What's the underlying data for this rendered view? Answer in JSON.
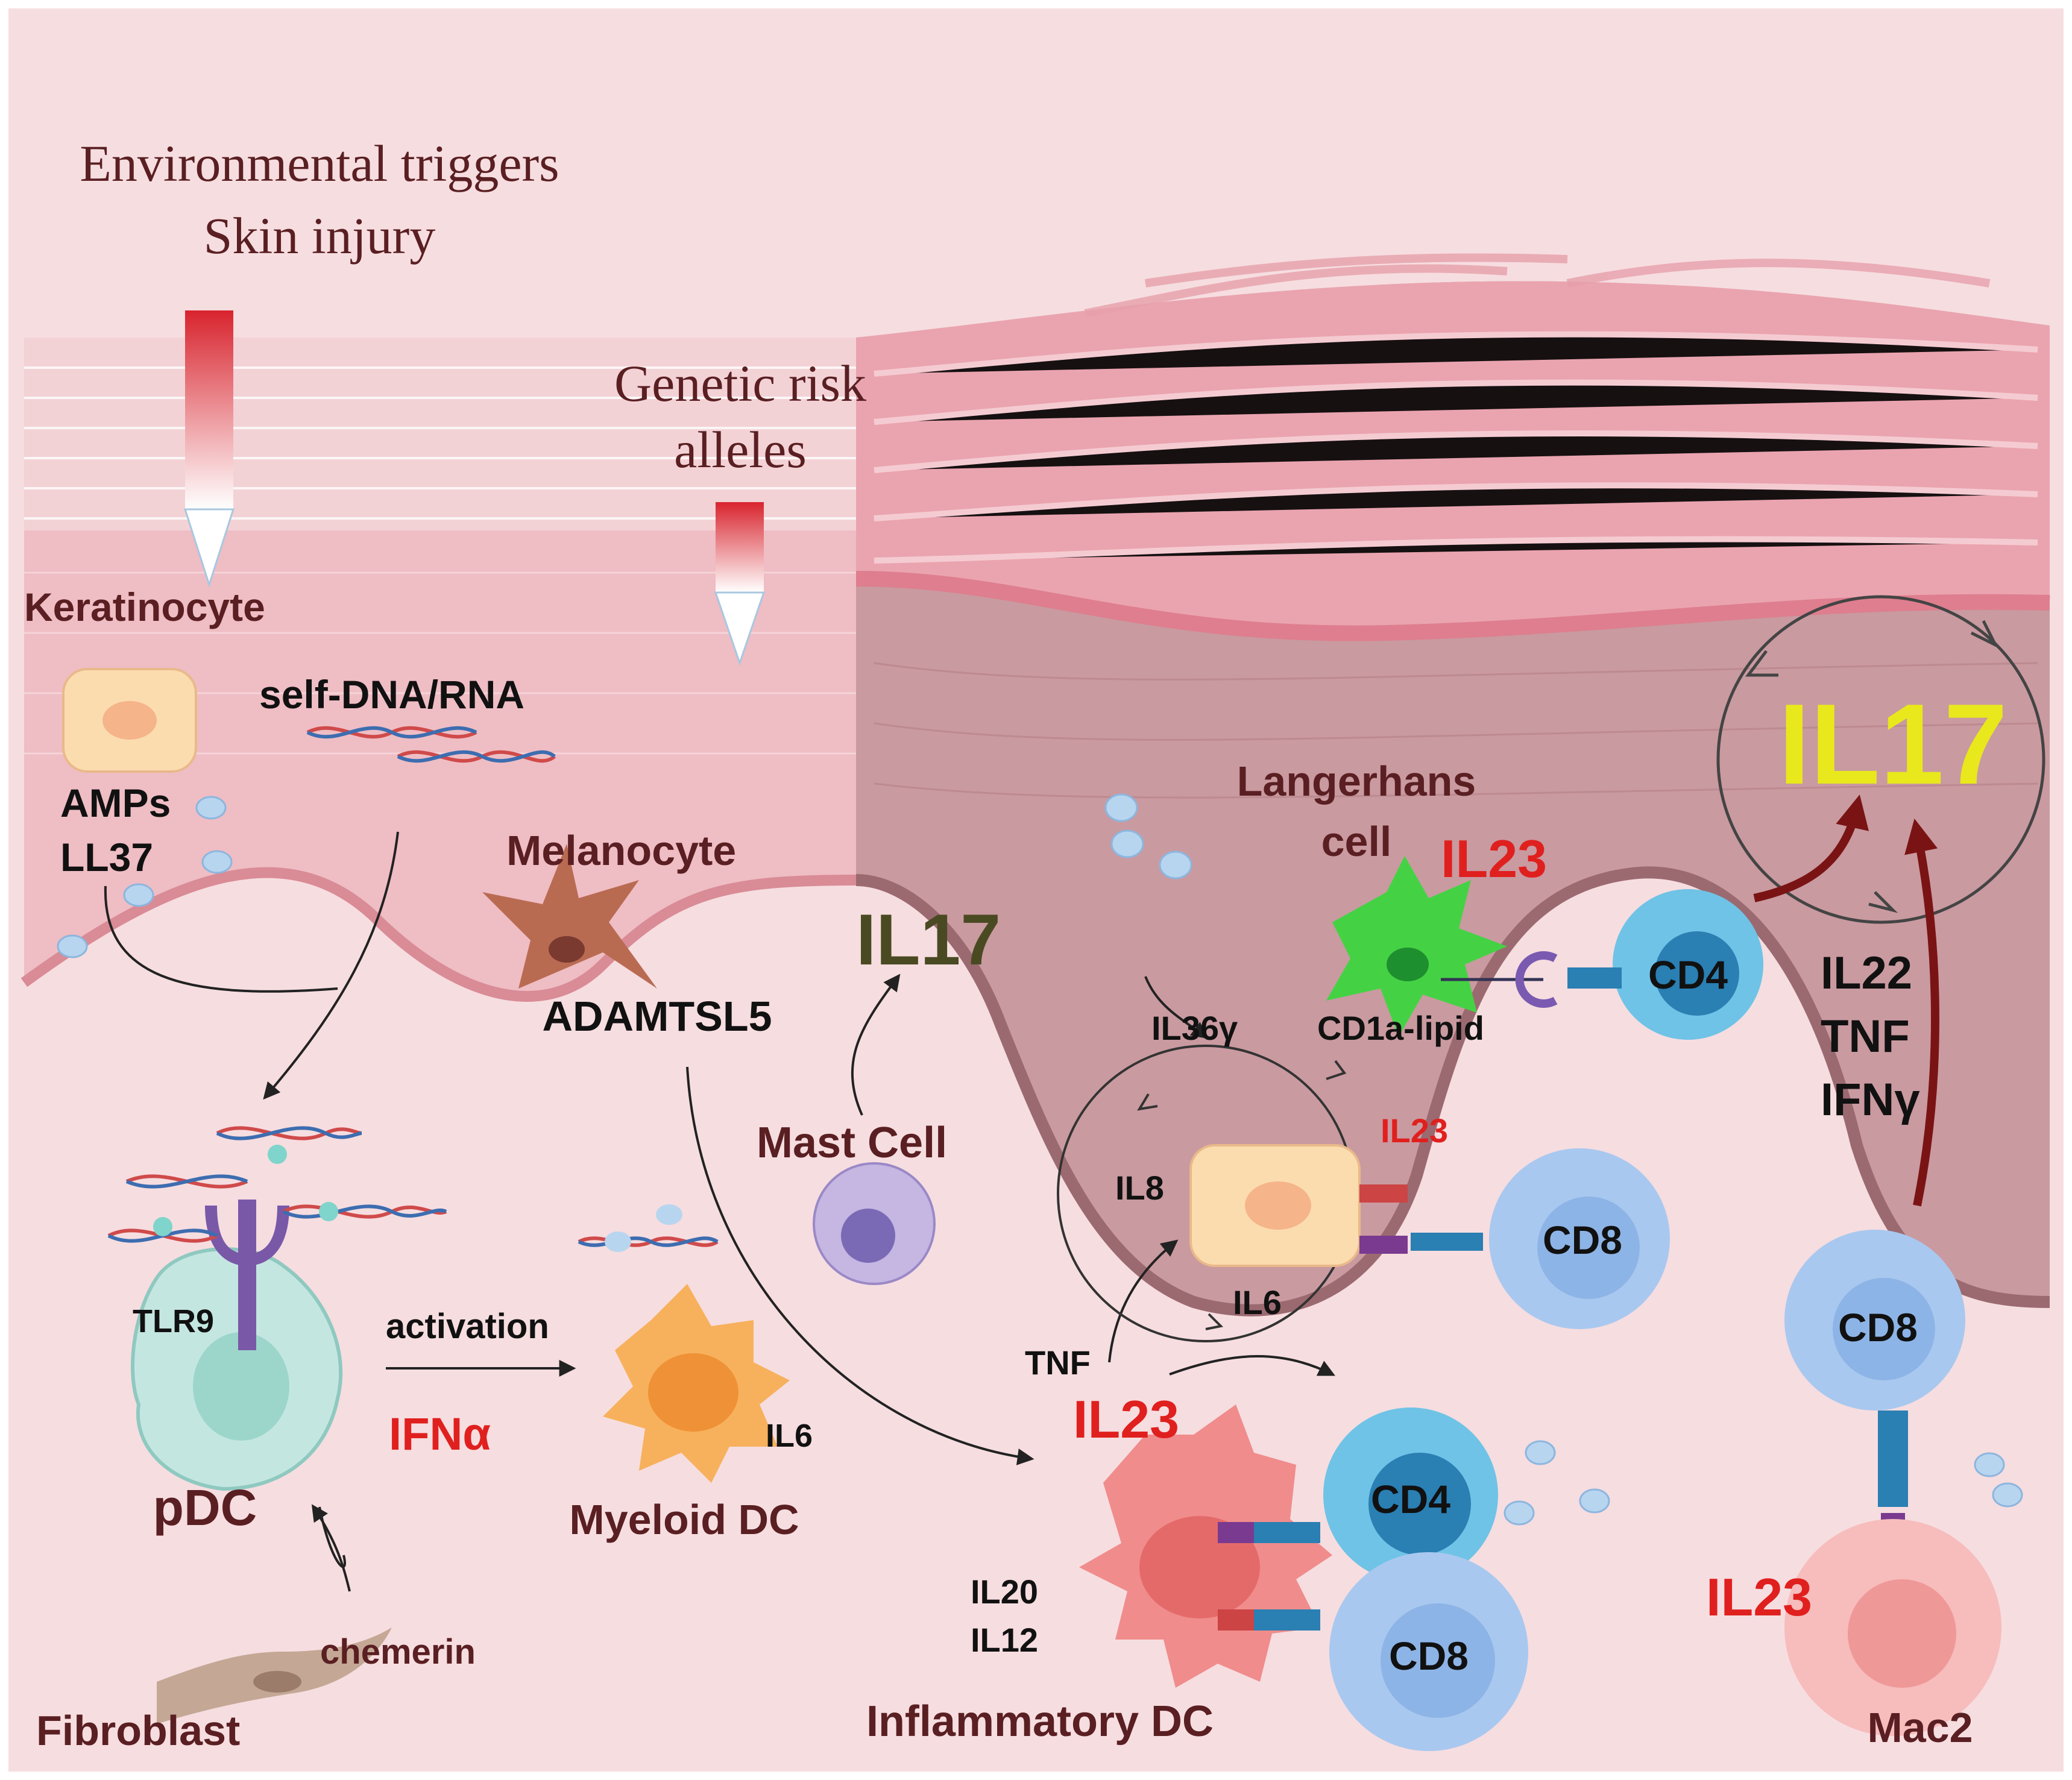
{
  "labels": {
    "env_line1": "Environmental triggers",
    "env_line2": "Skin injury",
    "genetic_line1": "Genetic risk",
    "genetic_line2": "alleles",
    "keratinocyte": "Keratinocyte",
    "self_dna": "self-DNA/RNA",
    "amps": "AMPs",
    "ll37": "LL37",
    "melanocyte": "Melanocyte",
    "adamtsl5": "ADAMTSL5",
    "il17_mid": "IL17",
    "mast_cell": "Mast Cell",
    "langerhans1": "Langerhans",
    "langerhans2": "cell",
    "il23_lang": "IL23",
    "cd4_upper": "CD4",
    "il36": "IL36γ",
    "cd1a": "CD1a-lipid",
    "il23_small": "IL23",
    "il8": "IL8",
    "il6_loop": "IL6",
    "cd8_mid": "CD8",
    "il17_big": "IL17",
    "il22": "IL22",
    "tnf_right": "TNF",
    "ifng": "IFNγ",
    "cd8_right": "CD8",
    "il23_mac": "IL23",
    "mac2": "Mac2",
    "tlr9": "TLR9",
    "activation": "activation",
    "ifna": "IFNα",
    "pdc": "pDC",
    "il6_myeloid": "IL6",
    "myeloid_dc": "Myeloid DC",
    "tnf": "TNF",
    "il23_infl": "IL23",
    "cd4_lower": "CD4",
    "il20": "IL20",
    "il12": "IL12",
    "cd8_lower": "CD8",
    "inflammatory_dc": "Inflammatory DC",
    "chemerin": "chemerin",
    "fibroblast": "Fibroblast"
  },
  "colors": {
    "background": "#f6dde0",
    "dermis": "#f5d7db",
    "epidermis": "#efbdc4",
    "epidermis_dark": "#b98a8f",
    "stratum": "#e8909c",
    "label_dark": "#5a1f22",
    "label_red": "#e0201e",
    "label_black": "#111111",
    "il17_green": "#4a4a22",
    "il17_yellow": "#e8e81c",
    "cd4": "#4da7d5",
    "cd8": "#8fb7e8",
    "pdc": "#bfe4df",
    "myeloid": "#f5a94a",
    "inflammatory": "#ee8e8e",
    "langerhans": "#3ecf3e",
    "mast": "#b8a7d9",
    "mac2": "#f6b9b9"
  }
}
